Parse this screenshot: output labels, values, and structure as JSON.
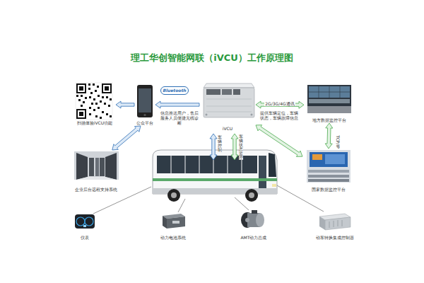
{
  "diagram": {
    "title": "理工华创智能网联（iVCU）工作原理图",
    "nodes": [
      {
        "text": [
          "扫描体验iVCU功能"
        ]
      },
      {
        "text": [
          "公众平台"
        ]
      },
      {
        "text": [
          "Bluetooth"
        ]
      },
      {
        "text": [
          "iVCU"
        ]
      },
      {
        "text": [
          "地方数据监控平台"
        ]
      },
      {
        "text": [
          "企业后台远程支持系统"
        ]
      },
      {
        "text": [
          "国家数据监控平台"
        ]
      },
      {
        "text": [
          "仪表"
        ]
      },
      {
        "text": [
          "动力电池系统"
        ]
      },
      {
        "text": [
          "AMT动力总成"
        ]
      },
      {
        "text": [
          "动车转换集成控制器"
        ]
      }
    ],
    "edges": [
      {
        "from": 1,
        "to": 0,
        "arrow": "to"
      },
      {
        "from": 3,
        "to": 1,
        "arrow": "to"
      },
      {
        "from": 3,
        "to": 4,
        "label": "2G/3G/4G通讯",
        "arrow": "both"
      },
      {
        "from": 4,
        "to": 6,
        "label": "TCP/IP",
        "arrow": "both"
      },
      {
        "from": 3,
        "to": 6,
        "arrow": "both"
      },
      {
        "from": 1,
        "to": 5,
        "arrow": "both"
      }
    ],
    "labels": [
      "信息推送用户，售后服务人员便捷无线诊断",
      "提供车辆定位，车辆状态，车辆故障信息",
      "车辆控制",
      "车辆状态监控"
    ]
  }
}
